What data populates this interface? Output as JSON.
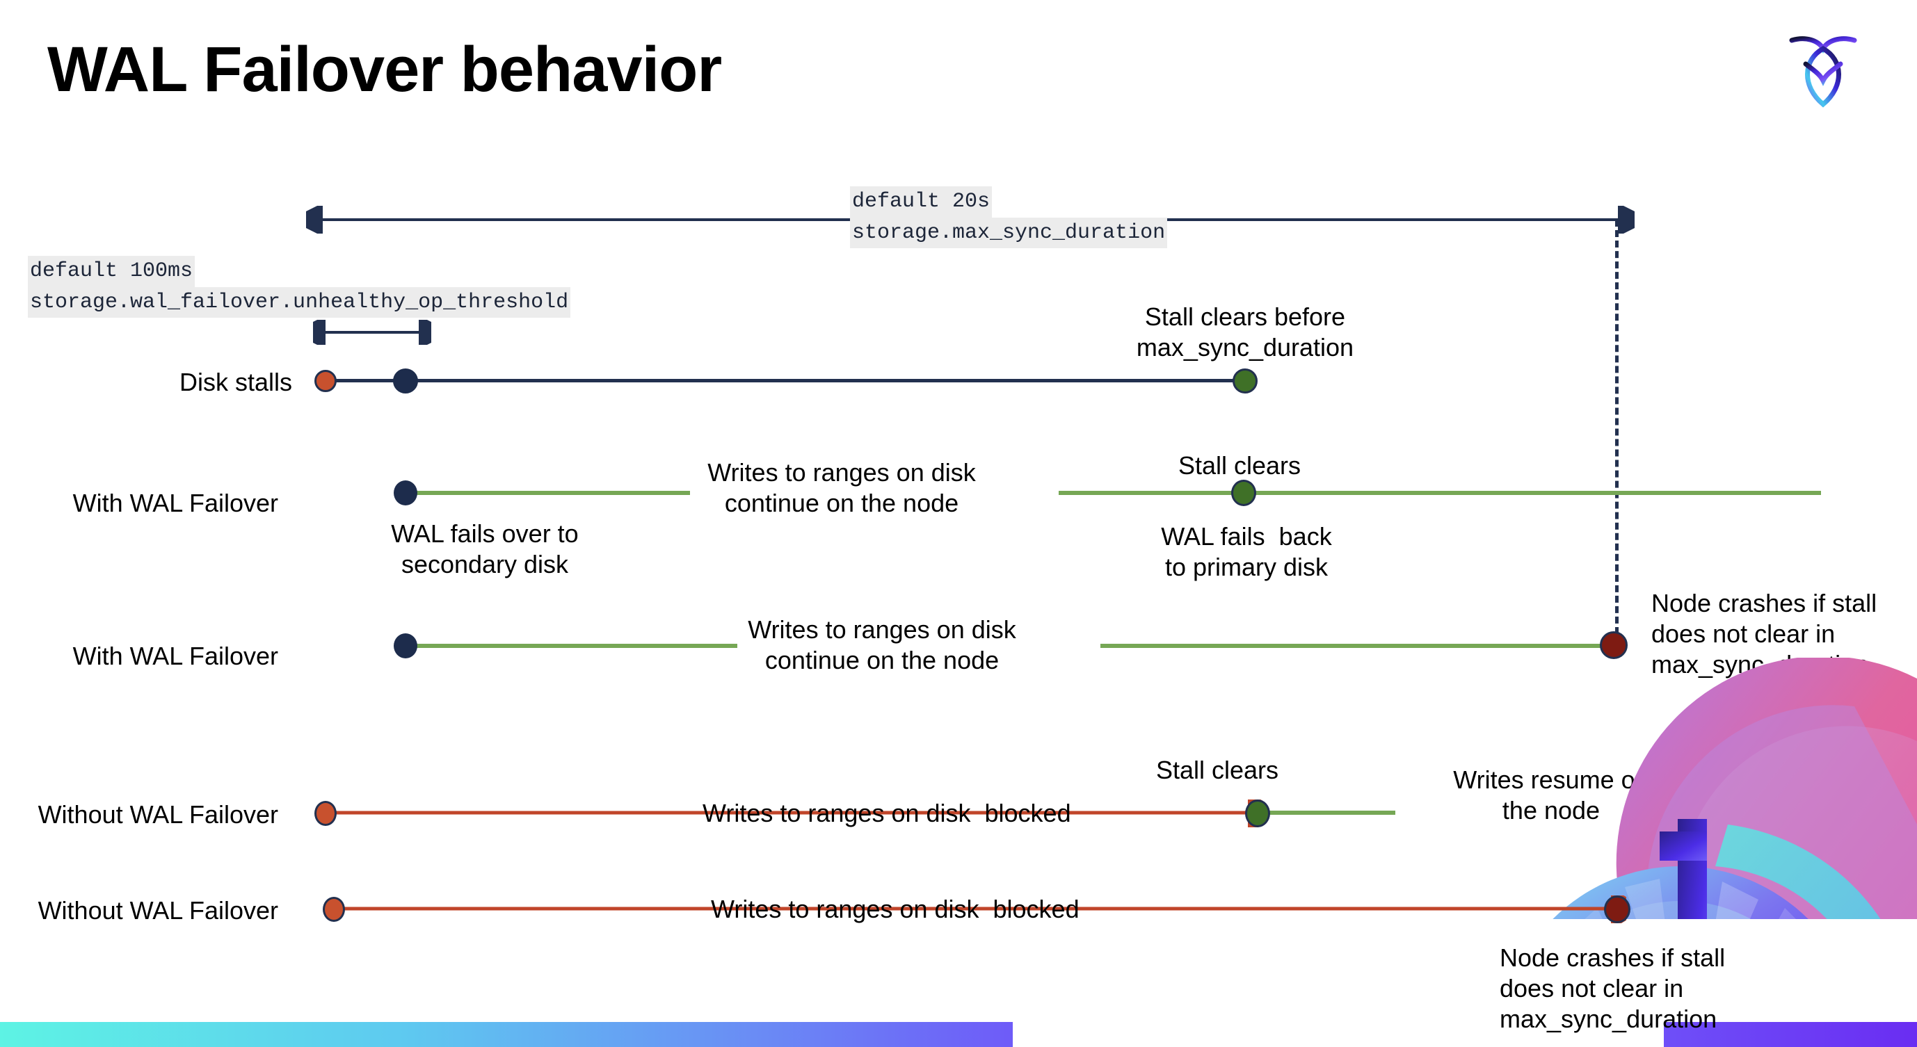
{
  "slide": {
    "title": "WAL Failover behavior",
    "logo_name": "cockroachdb-logo"
  },
  "annotations": {
    "max_sync_duration": {
      "line1": "default 20s",
      "line2": "storage.max_sync_duration"
    },
    "unhealthy_op_threshold": {
      "line1": "default 100ms",
      "line2": "storage.wal_failover.unhealthy_op_threshold"
    }
  },
  "rows": [
    {
      "label": "Disk stalls",
      "note_above": "Stall clears before\nmax_sync_duration"
    },
    {
      "label": "With WAL Failover",
      "note_mid": "Writes to ranges on disk\ncontinue on the node",
      "note_above": "Stall clears",
      "note_below_start": "WAL fails over to\nsecondary disk",
      "note_below_mid": "WAL fails  back\nto primary disk"
    },
    {
      "label": "With WAL Failover",
      "note_mid": "Writes to ranges on disk\ncontinue on the node",
      "note_right": "Node crashes if stall\ndoes not clear in\nmax_sync_duration"
    },
    {
      "label": "Without WAL Failover",
      "note_mid": "Writes to ranges on disk  blocked",
      "note_above": "Stall clears",
      "note_right": "Writes resume on\nthe node"
    },
    {
      "label": "Without WAL Failover",
      "note_mid": "Writes to ranges on disk  blocked",
      "note_right": "Node crashes if stall\ndoes not clear in\nmax_sync_duration"
    }
  ],
  "colors": {
    "navy": "#22304f",
    "green_line": "#76a755",
    "red_line": "#c0452a",
    "dot_red": "#c8512e",
    "dot_green": "#3f7027",
    "dot_dark_red": "#7e1b12",
    "dot_navy": "#1d2c4c",
    "code_bg": "#ececec"
  }
}
